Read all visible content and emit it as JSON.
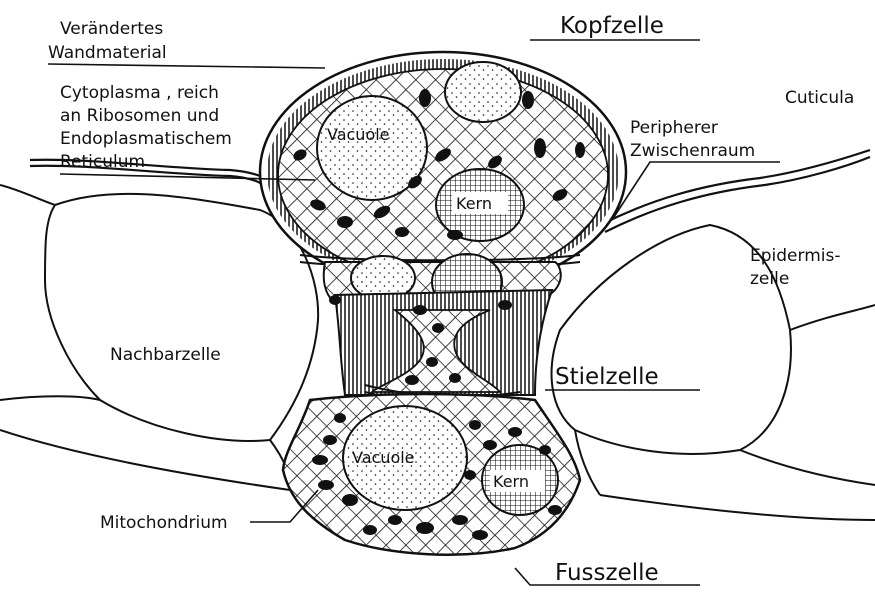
{
  "labels": {
    "kopfzelle": "Kopfzelle",
    "stielzelle": "Stielzelle",
    "fusszelle": "Fusszelle",
    "veraendertes_line1": "Verändertes",
    "veraendertes_line2": "Wandmaterial",
    "cyto_line1": "Cytoplasma , reich",
    "cyto_line2": "an Ribosomen und",
    "cyto_line3": "Endoplasmatischem",
    "cyto_line4": "Reticulum",
    "cuticula": "Cuticula",
    "peripher_line1": "Peripherer",
    "peripher_line2": "Zwischenraum",
    "epidermis_line1": "Epidermis-",
    "epidermis_line2": "zelle",
    "nachbarzelle": "Nachbarzelle",
    "mitochondrium": "Mitochondrium",
    "vacuole_top": "Vacuole",
    "vacuole_bottom": "Vacuole",
    "kern_top": "Kern",
    "kern_bottom": "Kern"
  },
  "colors": {
    "ink": "#111111",
    "paper": "#ffffff"
  }
}
